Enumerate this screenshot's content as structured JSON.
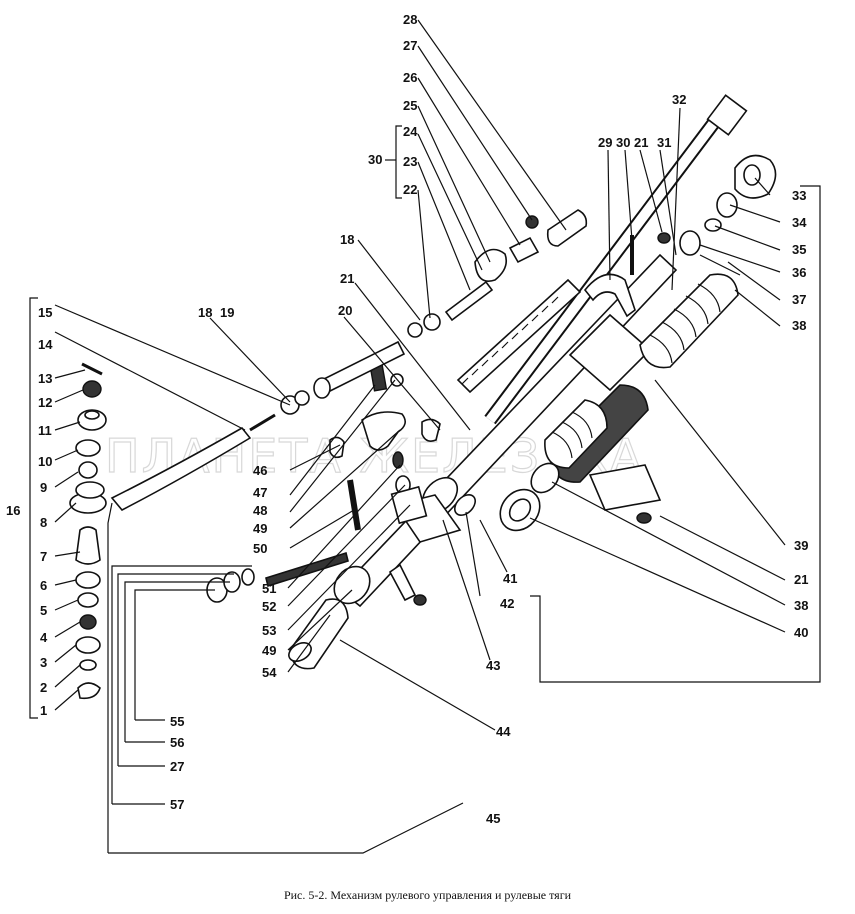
{
  "caption": "Рис. 5-2. Механизм рулевого управления и рулевые тяги",
  "watermark": "ПЛАНЕТА ЖЕЛЕЗЯКА",
  "labels": {
    "l1": "1",
    "l2": "2",
    "l3": "3",
    "l4": "4",
    "l5": "5",
    "l6": "6",
    "l7": "7",
    "l8": "8",
    "l9": "9",
    "l10": "10",
    "l11": "11",
    "l12": "12",
    "l13": "13",
    "l14": "14",
    "l15": "15",
    "l16": "16",
    "l18a": "18",
    "l19": "19",
    "l18b": "18",
    "l20": "20",
    "l21a": "21",
    "l21b": "21",
    "l21c": "21",
    "l22": "22",
    "l23": "23",
    "l24": "24",
    "l25": "25",
    "l26": "26",
    "l27a": "27",
    "l27b": "27",
    "l28": "28",
    "l29": "29",
    "l30a": "30",
    "l30b": "30",
    "l31": "31",
    "l32": "32",
    "l33": "33",
    "l34": "34",
    "l35": "35",
    "l36": "36",
    "l37": "37",
    "l38a": "38",
    "l38b": "38",
    "l39": "39",
    "l40": "40",
    "l41": "41",
    "l42": "42",
    "l43": "43",
    "l44": "44",
    "l45": "45",
    "l46": "46",
    "l47": "47",
    "l48": "48",
    "l49a": "49",
    "l49b": "49",
    "l50": "50",
    "l51": "51",
    "l52": "52",
    "l53": "53",
    "l54": "54",
    "l55": "55",
    "l56": "56",
    "l57": "57"
  }
}
